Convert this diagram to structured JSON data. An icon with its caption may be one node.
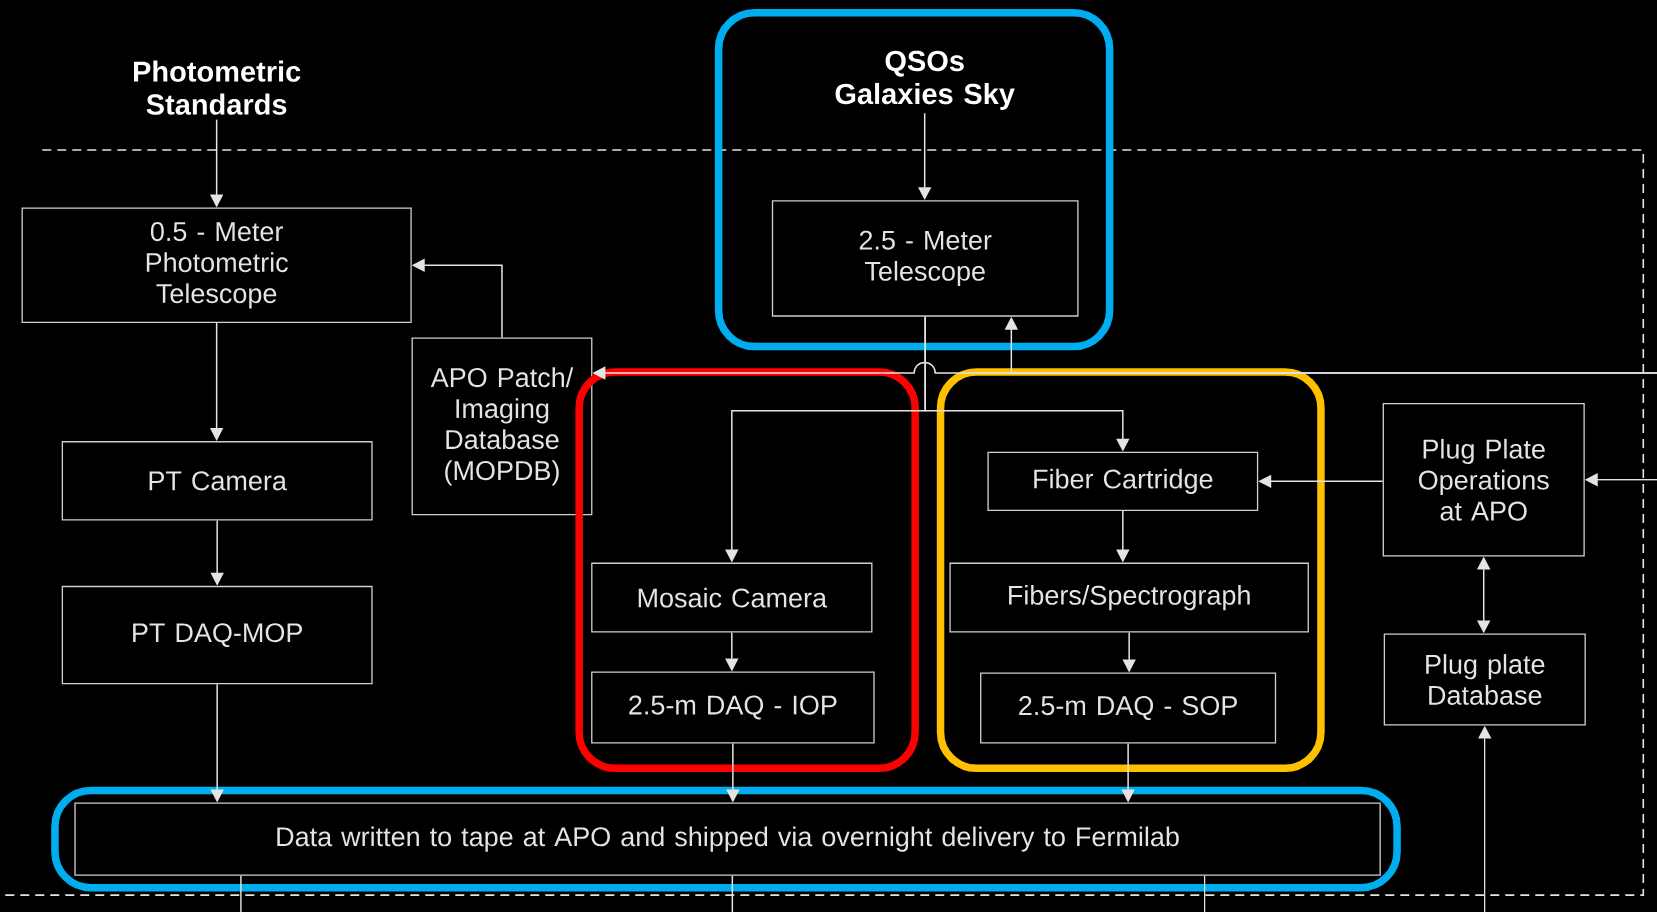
{
  "diagram": {
    "nodes": [
      {
        "text": [
          "Photometric Standards"
        ]
      },
      {
        "text": [],
        "shape": "box"
      },
      {
        "text": [
          "QSOs Galaxies Sky"
        ],
        "in": 1
      },
      {
        "text": [
          "2.5 - Meter Telescope"
        ],
        "in": 1
      },
      {
        "text": [
          "0.5 - Meter Photometric Telescope"
        ]
      },
      {
        "text": [
          "APO Patch/ Imaging Database (MOPDB)"
        ]
      },
      {
        "text": [],
        "shape": "box"
      },
      {
        "text": [
          "Mosaic Camera"
        ],
        "in": 6
      },
      {
        "text": [
          "2.5-m DAQ - IOP"
        ],
        "in": 6
      },
      {
        "text": [],
        "shape": "box"
      },
      {
        "text": [
          "Fiber Cartridge"
        ],
        "in": 9
      },
      {
        "text": [
          "Fibers/Spectrograph"
        ],
        "in": 9
      },
      {
        "text": [
          "2.5-m DAQ - SOP"
        ],
        "in": 9
      },
      {
        "text": [
          "Plug Plate Operations at APO"
        ]
      },
      {
        "text": [
          "PT Camera"
        ]
      },
      {
        "text": [
          "PT DAQ-MOP"
        ]
      },
      {
        "text": [
          "Plug plate Database"
        ]
      },
      {
        "text": [],
        "shape": "box"
      },
      {
        "text": [
          "Data written to tape at APO and shipped via overnight delivery to Fermilab"
        ],
        "in": 17
      }
    ],
    "edges": [
      {
        "from": 0,
        "to": 4,
        "arrow": "to"
      },
      {
        "from": 2,
        "to": 3,
        "arrow": "to"
      },
      {
        "from": 4,
        "to": 14,
        "arrow": "to"
      },
      {
        "from": 14,
        "to": 15,
        "arrow": "to"
      },
      {
        "from": 15,
        "to": 18,
        "arrow": "to"
      },
      {
        "from": 5,
        "to": 4,
        "arrow": "to"
      },
      {
        "from": 3,
        "to": 7,
        "arrow": "to"
      },
      {
        "from": 3,
        "to": 10,
        "arrow": "to"
      },
      {
        "from": null,
        "to": 5,
        "arrow": "to"
      },
      {
        "from": null,
        "to": 3,
        "arrow": "to"
      },
      {
        "from": 7,
        "to": 8,
        "arrow": "to"
      },
      {
        "from": 10,
        "to": 11,
        "arrow": "to"
      },
      {
        "from": 11,
        "to": 12,
        "arrow": "to"
      },
      {
        "from": 13,
        "to": 10,
        "arrow": "to"
      },
      {
        "from": null,
        "to": 13,
        "arrow": "to"
      },
      {
        "from": 13,
        "to": 16,
        "arrow": "both"
      },
      {
        "from": null,
        "to": 16,
        "arrow": "to"
      },
      {
        "from": 8,
        "to": 18,
        "arrow": "to"
      },
      {
        "from": 12,
        "to": 18,
        "arrow": "to"
      },
      {
        "from": 18,
        "to": null,
        "arrow": "none"
      },
      {
        "from": 18,
        "to": null,
        "arrow": "none"
      },
      {
        "from": 18,
        "to": null,
        "arrow": "none"
      }
    ]
  }
}
